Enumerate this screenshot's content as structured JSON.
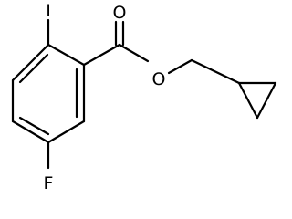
{
  "molecule": {
    "atoms": {
      "iodine": "I",
      "carbonyl_oxygen": "O",
      "ester_oxygen": "O",
      "fluorine": "F"
    }
  }
}
